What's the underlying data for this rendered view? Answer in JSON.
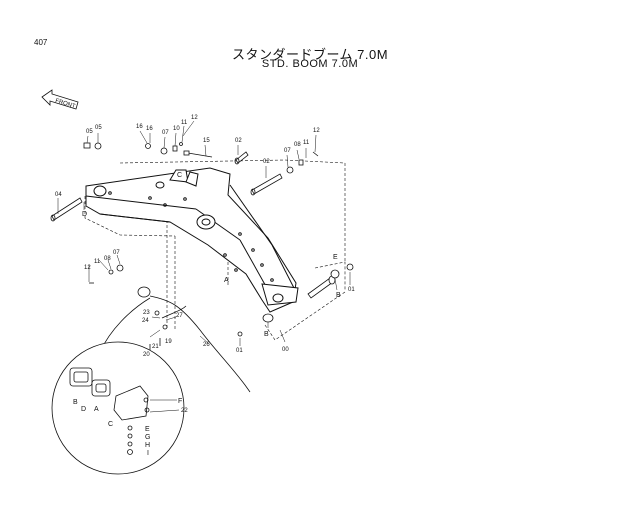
{
  "page_number": "407",
  "title_jp": "スタンダードブーム 7.0M",
  "title_en": "STD. BOOM 7.0M",
  "front_arrow_label": "FRONT",
  "part_numbers": {
    "p01a": "01",
    "p01b": "01",
    "p02a": "02",
    "p02b": "02",
    "p04": "04",
    "p05a": "05",
    "p05b": "05",
    "p07a": "07",
    "p07b": "07",
    "p07c": "07",
    "p08a": "08",
    "p08b": "08",
    "p10": "10",
    "p11a": "11",
    "p11b": "11",
    "p12a": "12",
    "p12b": "12",
    "p12c": "12",
    "p15": "15",
    "p16a": "16",
    "p16b": "16",
    "p20": "20",
    "p21": "21",
    "p22": "22",
    "p23": "23",
    "p24": "24",
    "p26": "26",
    "p27": "27",
    "p19": "19",
    "p00": "00"
  },
  "letters": {
    "A1": "A",
    "A2": "A",
    "B1": "B",
    "B2": "B",
    "B3": "B",
    "C1": "C",
    "C2": "C",
    "D1": "D",
    "D2": "D",
    "E1": "E",
    "E2": "E",
    "F": "F",
    "G": "G",
    "H": "H",
    "I": "I"
  }
}
